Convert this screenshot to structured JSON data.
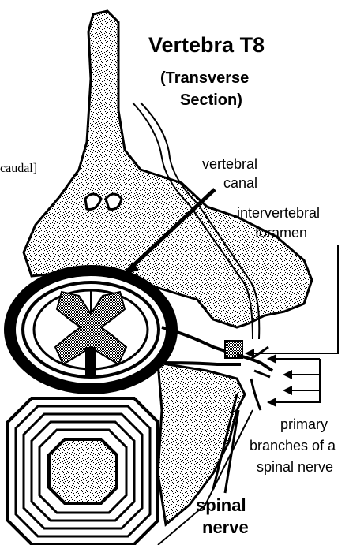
{
  "title": {
    "line1": "Vertebra T8",
    "line2": "(Transverse",
    "line3": "Section)"
  },
  "labels": {
    "caudal": "caudal]",
    "vertebral_canal_1": "vertebral",
    "vertebral_canal_2": "canal",
    "intervertebral_foramen_1": "intervertebral",
    "intervertebral_foramen_2": "foramen",
    "primary_branches_1": "primary",
    "primary_branches_2": "branches of a",
    "primary_branches_3": "spinal nerve",
    "spinal_nerve_1": "spinal",
    "spinal_nerve_2": "nerve"
  }
}
